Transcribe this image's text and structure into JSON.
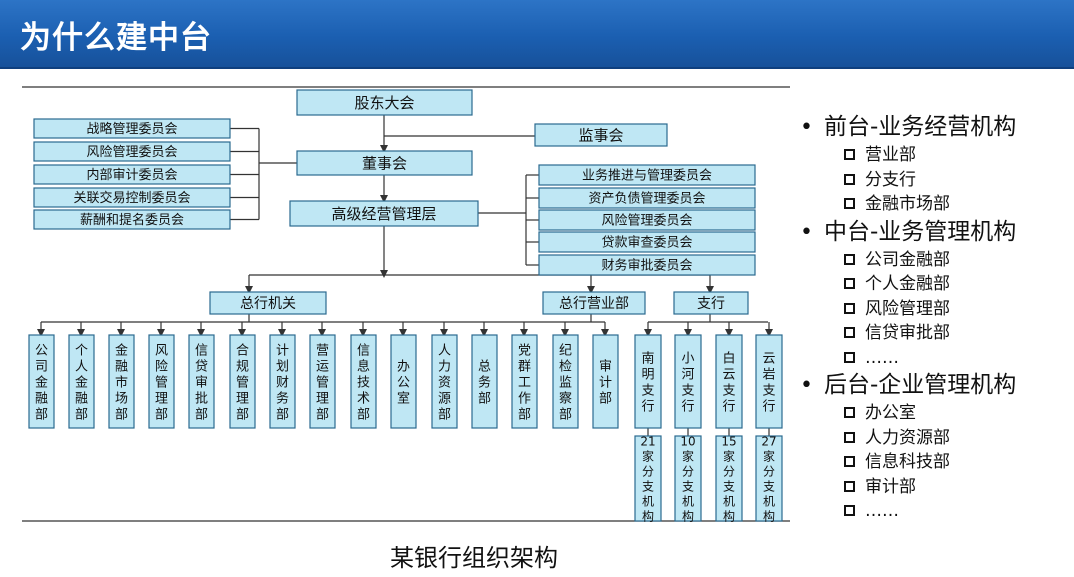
{
  "title": "为什么建中台",
  "caption": "某银行组织架构",
  "colors": {
    "header": "#1b5fb1",
    "box_fill": "#bfe7f4",
    "box_border": "#2b6a8f"
  },
  "org": {
    "top": [
      "股东大会",
      "监事会",
      "董事会",
      "高级经营管理层"
    ],
    "board_committees": [
      "战略管理委员会",
      "风险管理委员会",
      "内部审计委员会",
      "关联交易控制委员会",
      "薪酬和提名委员会"
    ],
    "mgmt_committees": [
      "业务推进与管理委员会",
      "资产负债管理委员会",
      "风险管理委员会",
      "贷款审查委员会",
      "财务审批委员会"
    ],
    "groups": [
      "总行机关",
      "总行营业部",
      "支行"
    ],
    "departments": [
      "公司金融部",
      "个人金融部",
      "金融市场部",
      "风险管理部",
      "信贷审批部",
      "合规管理部",
      "计划财务部",
      "营运管理部",
      "信息技术部",
      "办公室",
      "人力资源部",
      "总务部",
      "党群工作部",
      "纪检监察部",
      "审计部"
    ],
    "branches": [
      "南明支行",
      "小河支行",
      "白云支行",
      "云岩支行"
    ],
    "branch_counts": [
      "21",
      "10",
      "15",
      "27"
    ],
    "branch_suffix": "家分支机构"
  },
  "legend": [
    {
      "heading": "前台-业务经营机构",
      "items": [
        "营业部",
        "分支行",
        "金融市场部"
      ]
    },
    {
      "heading": "中台-业务管理机构",
      "items": [
        "公司金融部",
        "个人金融部",
        "风险管理部",
        "信贷审批部",
        "……"
      ]
    },
    {
      "heading": "后台-企业管理机构",
      "items": [
        "办公室",
        "人力资源部",
        "信息科技部",
        "审计部",
        "……"
      ]
    }
  ]
}
